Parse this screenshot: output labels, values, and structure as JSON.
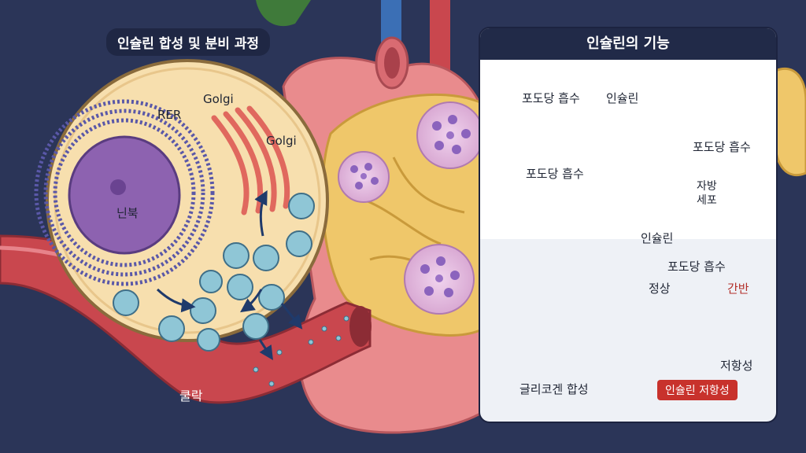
{
  "left_title": "인슐린 합성 및 분비 과정",
  "cell_labels": {
    "rer": "RER",
    "golgi_1": "Golgi",
    "golgi_2": "Golgi",
    "nucleus": "닌북",
    "blood": "쿨락"
  },
  "panel": {
    "title": "인슐린의 기능",
    "glucose_top": "포도당 흡수",
    "glucose_circle": "포도당 흡수",
    "insulin_top": "인슐린",
    "muscle": "포도당 흡수",
    "fat_line1": "자방",
    "fat_line2": "세포",
    "insulin_mid": "인슐린",
    "glucose_lower": "포도당 흡수",
    "liver": "글리코겐 합성",
    "normal": "정상",
    "liver_disease": "간반",
    "resistance_small": "저항성",
    "resistance_badge": "인슐린 저항성"
  },
  "colors": {
    "background": "#2b3558",
    "panel_header": "#212a48",
    "arrow": "#2a9bc4",
    "badge": "#c8322c",
    "vessel": "#c9474e",
    "cell": "#f7dfae",
    "nucleus": "#8d62b0",
    "golgi": "#e0685e",
    "vesicle": "#8fc6d6",
    "pancreas": "#efc76a",
    "islet": "#dcb6dc",
    "stomach": "#e98b8d",
    "liver": "#9c3d2f",
    "muscle": "#d8564f",
    "glucose": "#8b63bd"
  }
}
